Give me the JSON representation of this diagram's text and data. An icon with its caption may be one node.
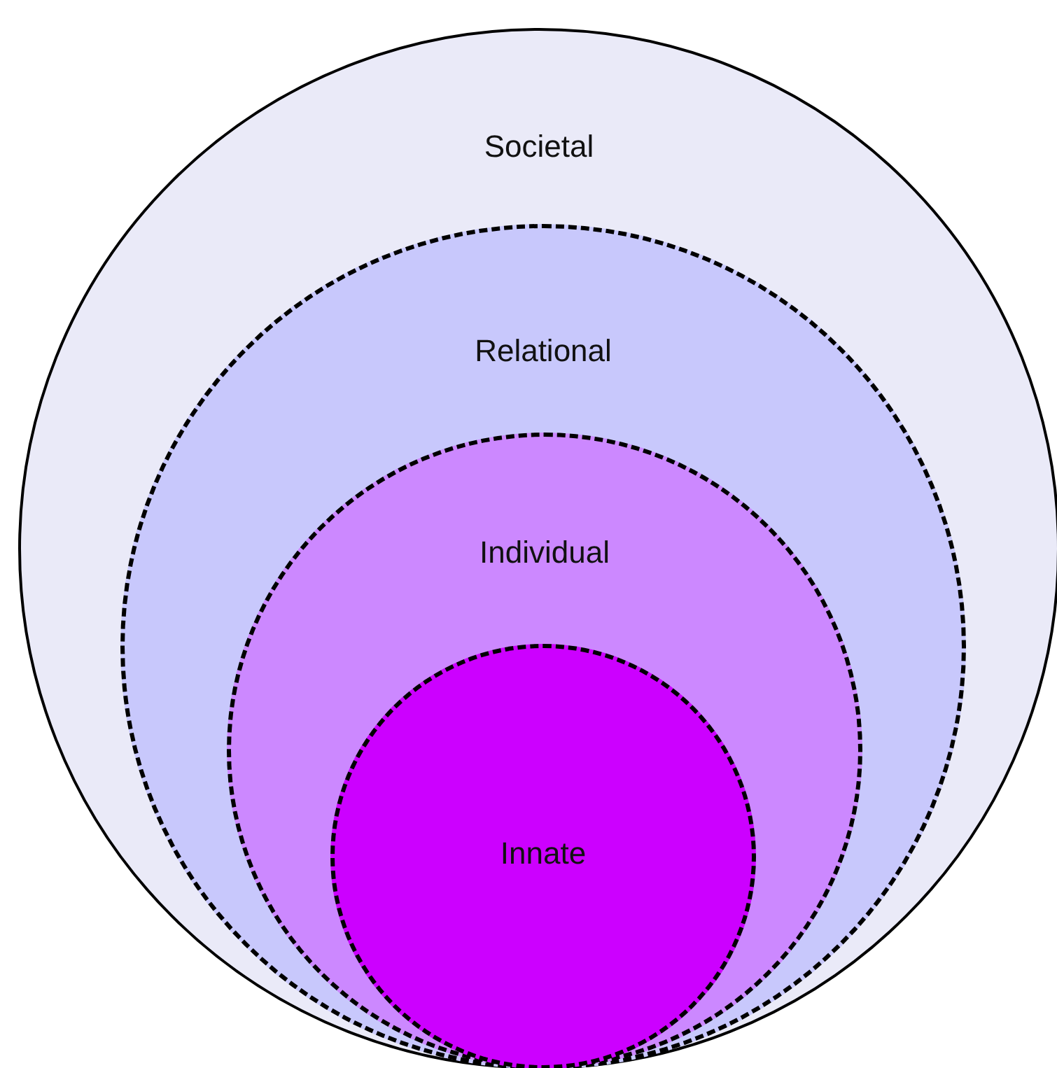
{
  "diagram": {
    "nodes": [
      {
        "text": [
          "Societal"
        ]
      },
      {
        "text": [
          "Relational"
        ],
        "in": 0
      },
      {
        "text": [
          "Individual"
        ],
        "in": 1
      },
      {
        "text": [
          "Innate"
        ],
        "in": 2
      }
    ]
  }
}
